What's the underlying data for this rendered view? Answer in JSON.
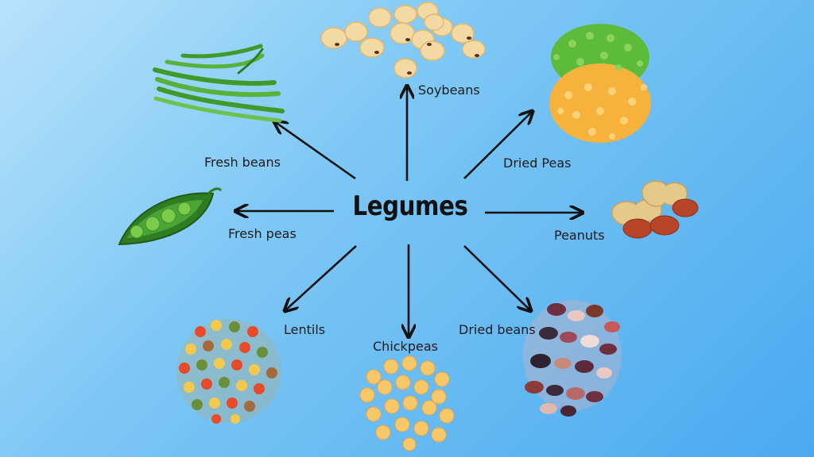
{
  "title": "Legumes",
  "items": [
    {
      "key": "soybeans",
      "label": "Soybeans"
    },
    {
      "key": "dried-peas",
      "label": "Dried Peas"
    },
    {
      "key": "peanuts",
      "label": "Peanuts"
    },
    {
      "key": "dried-beans",
      "label": "Dried beans"
    },
    {
      "key": "chickpeas",
      "label": "Chickpeas"
    },
    {
      "key": "lentils",
      "label": "Lentils"
    },
    {
      "key": "fresh-peas",
      "label": "Fresh peas"
    },
    {
      "key": "fresh-beans",
      "label": "Fresh beans"
    }
  ],
  "colors": {
    "arrow": "#111111",
    "soy": "#f3d9a3",
    "pea_green": "#5dbb3c",
    "pea_yellow": "#f7b23c",
    "peanut_shell": "#e5c98a",
    "peanut_nut": "#b8442a",
    "chickpea": "#f6c86a",
    "bean_dark": "#5b2b3c",
    "green_bean": "#3f9a2a"
  },
  "icons": [
    "soybeans-icon",
    "dried-peas-icon",
    "peanuts-icon",
    "dried-beans-icon",
    "chickpeas-icon",
    "lentils-icon",
    "fresh-peas-icon",
    "fresh-beans-icon"
  ]
}
